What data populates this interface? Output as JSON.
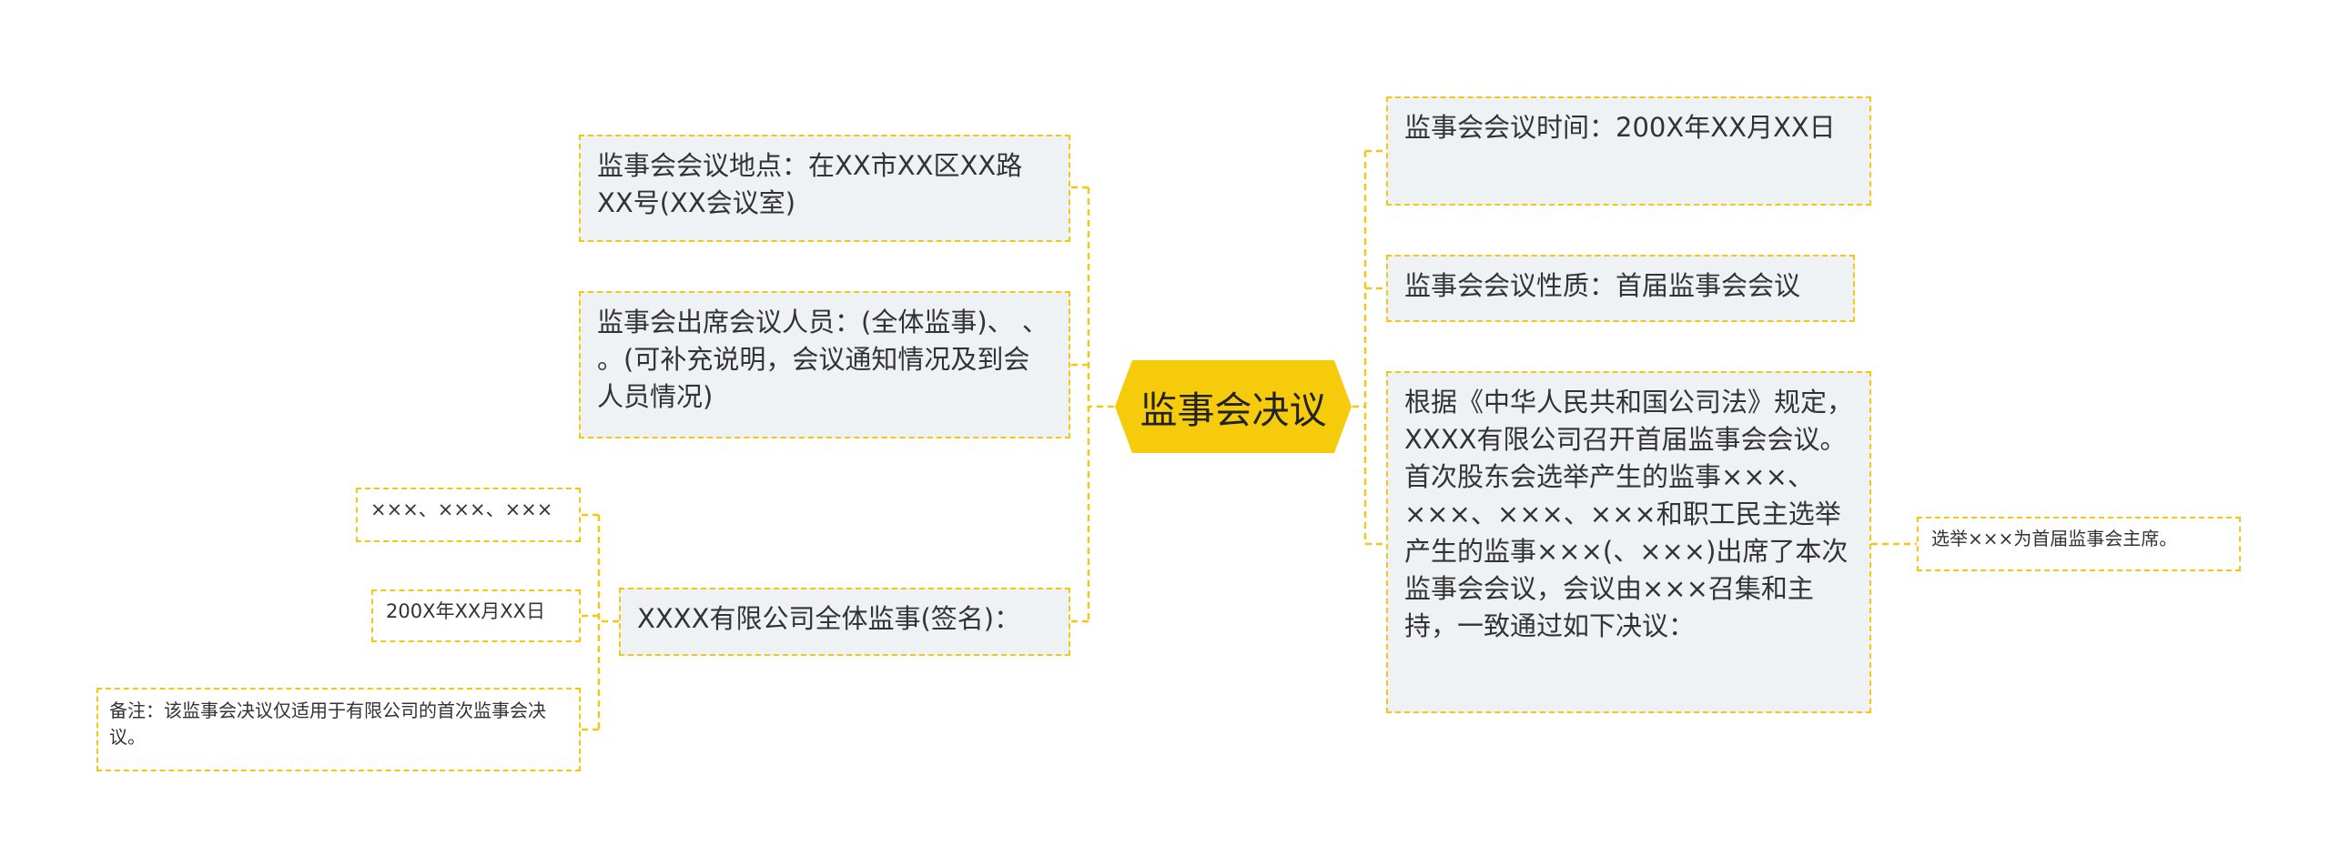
{
  "colors": {
    "accent": "#f2c811",
    "node_fill": "#eff2f5",
    "text": "#333333"
  },
  "center": {
    "label": "监事会决议"
  },
  "left_topics": {
    "location": "监事会会议地点：在XX市XX区XX路XX号(XX会议室)",
    "attendees": "监事会出席会议人员：(全体监事)、 、 。(可补充说明，会议通知情况及到会人员情况)",
    "signature": "XXXX有限公司全体监事(签名)："
  },
  "signature_children": {
    "names": "×××、×××、×××",
    "date": "200X年XX月XX日",
    "note": "备注：该监事会决议仅适用于有限公司的首次监事会决议。"
  },
  "right_topics": {
    "time": "监事会会议时间：200X年XX月XX日",
    "nature": "监事会会议性质：首届监事会会议",
    "basis": "根据《中华人民共和国公司法》规定，XXXX有限公司召开首届监事会会议。首次股东会选举产生的监事×××、×××、×××、×××和职工民主选举产生的监事×××(、×××)出席了本次监事会会议，会议由×××召集和主持，一致通过如下决议："
  },
  "basis_children": {
    "chairman": "选举×××为首届监事会主席。"
  }
}
